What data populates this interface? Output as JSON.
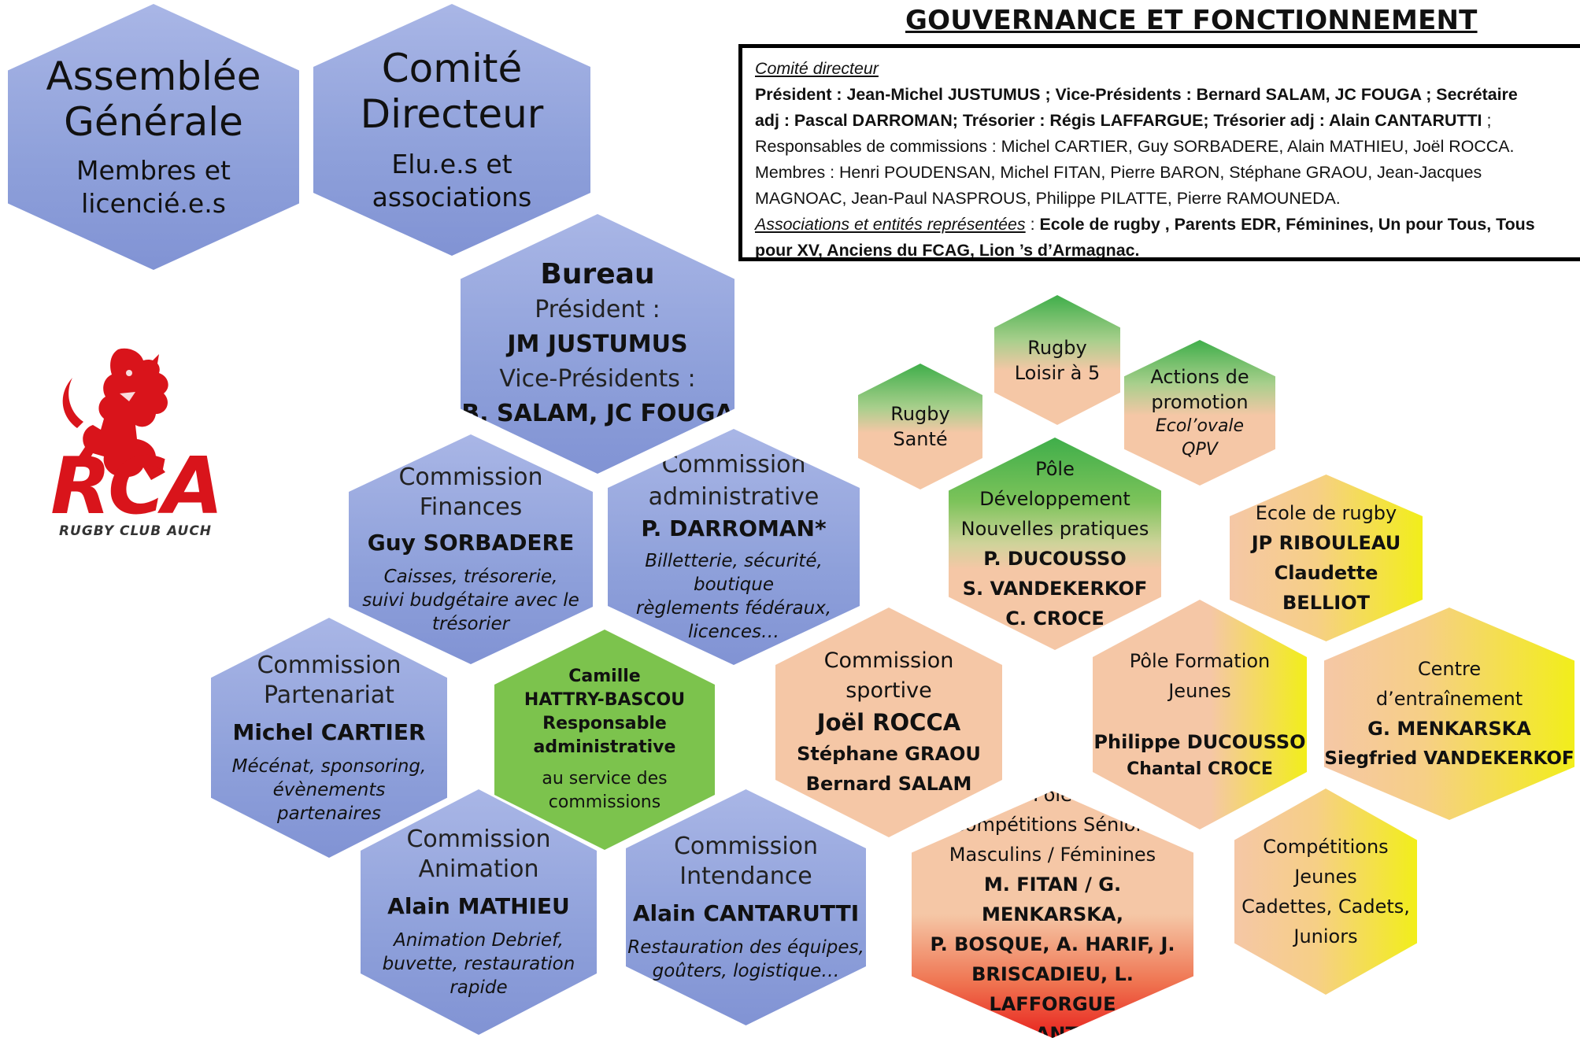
{
  "title": "GOUVERNANCE ET FONCTIONNEMENT",
  "comite_box": {
    "heading": "Comité directeur",
    "line1": "Président : Jean-Michel JUSTUMUS ; Vice-Présidents : Bernard SALAM, JC FOUGA ; Secrétaire",
    "line2": "adj : Pascal DARROMAN; Trésorier : Régis LAFFARGUE; Trésorier adj : Alain CANTARUTTI",
    "line2_end": " ;",
    "line3": "Responsables de commissions : Michel CARTIER, Guy SORBADERE, Alain MATHIEU, Joël ROCCA.",
    "line4": "Membres : Henri POUDENSAN, Michel FITAN, Pierre BARON, Stéphane GRAOU, Jean-Jacques",
    "line5": "MAGNOAC, Jean-Paul NASPROUS, Philippe PILATTE, Pierre RAMOUNEDA.",
    "assoc_label": "Associations et entités représentées",
    "assoc_sep": " : ",
    "assoc_values1": "Ecole de rugby , Parents EDR, Féminines, Un pour Tous, Tous",
    "assoc_values2": "pour XV, Anciens du FCAG, Lion ’s d’Armagnac."
  },
  "logo": {
    "letters": "RCA",
    "caption": "RUGBY CLUB AUCH"
  },
  "hexes": {
    "assemblee": {
      "title1": "Assemblée",
      "title2": "Générale",
      "sub1": "Membres et",
      "sub2": "licencié.e.s"
    },
    "comite": {
      "title1": "Comité",
      "title2": "Directeur",
      "sub1": "Elu.e.s et",
      "sub2": "associations"
    },
    "bureau": {
      "title": "Bureau",
      "l1": "Président :",
      "l2": "JM JUSTUMUS",
      "l3": "Vice-Présidents :",
      "l4": "B. SALAM, JC FOUGA"
    },
    "finances": {
      "t1": "Commission",
      "t2": "Finances",
      "name": "Guy SORBADERE",
      "d1": "Caisses, trésorerie,",
      "d2": "suivi budgétaire avec le",
      "d3": "trésorier"
    },
    "admin": {
      "t1": "Commission",
      "t2": "administrative",
      "name": "P. DARROMAN*",
      "d1": "Billetterie, sécurité, boutique",
      "d2": "règlements fédéraux,",
      "d3": "licences…"
    },
    "partenariat": {
      "t1": "Commission",
      "t2": "Partenariat",
      "name": "Michel CARTIER",
      "d1": "Mécénat, sponsoring,",
      "d2": "évènements",
      "d3": "partenaires"
    },
    "camille": {
      "n1": "Camille",
      "n2": "HATTRY-BASCOU",
      "n3": "Responsable",
      "n4": "administrative",
      "s1": "au service des",
      "s2": "commissions"
    },
    "animation": {
      "t1": "Commission",
      "t2": "Animation",
      "name": "Alain MATHIEU",
      "d1": "Animation Debrief,",
      "d2": "buvette, restauration",
      "d3": "rapide"
    },
    "intendance": {
      "t1": "Commission",
      "t2": "Intendance",
      "name": "Alain CANTARUTTI",
      "d1": "Restauration des équipes,",
      "d2": "goûters, logistique…"
    },
    "rugby_sante": {
      "l1": "Rugby",
      "l2": "Santé"
    },
    "rugby_loisir": {
      "l1": "Rugby",
      "l2": "Loisir à 5"
    },
    "actions": {
      "l1": "Actions de",
      "l2": "promotion",
      "l3": "Ecol’ovale",
      "l4": "QPV"
    },
    "pole_dev": {
      "l1": "Pôle",
      "l2": "Développement",
      "l3": "Nouvelles pratiques",
      "n1": "P. DUCOUSSO",
      "n2": "S. VANDEKERKOF",
      "n3": "C. CROCE"
    },
    "ecole": {
      "l1": "Ecole de rugby",
      "n1": "JP RIBOULEAU",
      "n2": "Claudette BELLIOT"
    },
    "sportive": {
      "t1": "Commission",
      "t2": "sportive",
      "name": "Joël ROCCA",
      "n2": "Stéphane GRAOU",
      "n3": "Bernard SALAM"
    },
    "formation": {
      "l1": "Pôle Formation",
      "l2": "Jeunes",
      "n1": "Philippe DUCOUSSO",
      "n2": "Chantal CROCE"
    },
    "centre": {
      "l1": "Centre",
      "l2": "d’entraînement",
      "n1": "G. MENKARSKA",
      "n2": "Siegfried VANDEKERKOF"
    },
    "competitions_sen": {
      "l1": "Pôle",
      "l2": "Compétitions Séniors",
      "l3": "Masculins / Féminines",
      "n1": "M. FITAN / G. MENKARSKA,",
      "n2": "P. BOSQUE, A. HARIF, J.",
      "n3": "BRISCADIEU, L. LAFFORGUE",
      "n4": "A.ANTY"
    },
    "competitions_jeunes": {
      "l1": "Compétitions",
      "l2": "Jeunes",
      "l3": "Cadettes, Cadets,",
      "l4": "Juniors"
    }
  },
  "colors": {
    "blue_hex": "#8ea0da",
    "green_hex": "#7cc34d",
    "peach_hex": "#f5c7a6",
    "yellow": "#f2ee1a",
    "red": "#e8231e",
    "logo_red": "#d9141b"
  }
}
